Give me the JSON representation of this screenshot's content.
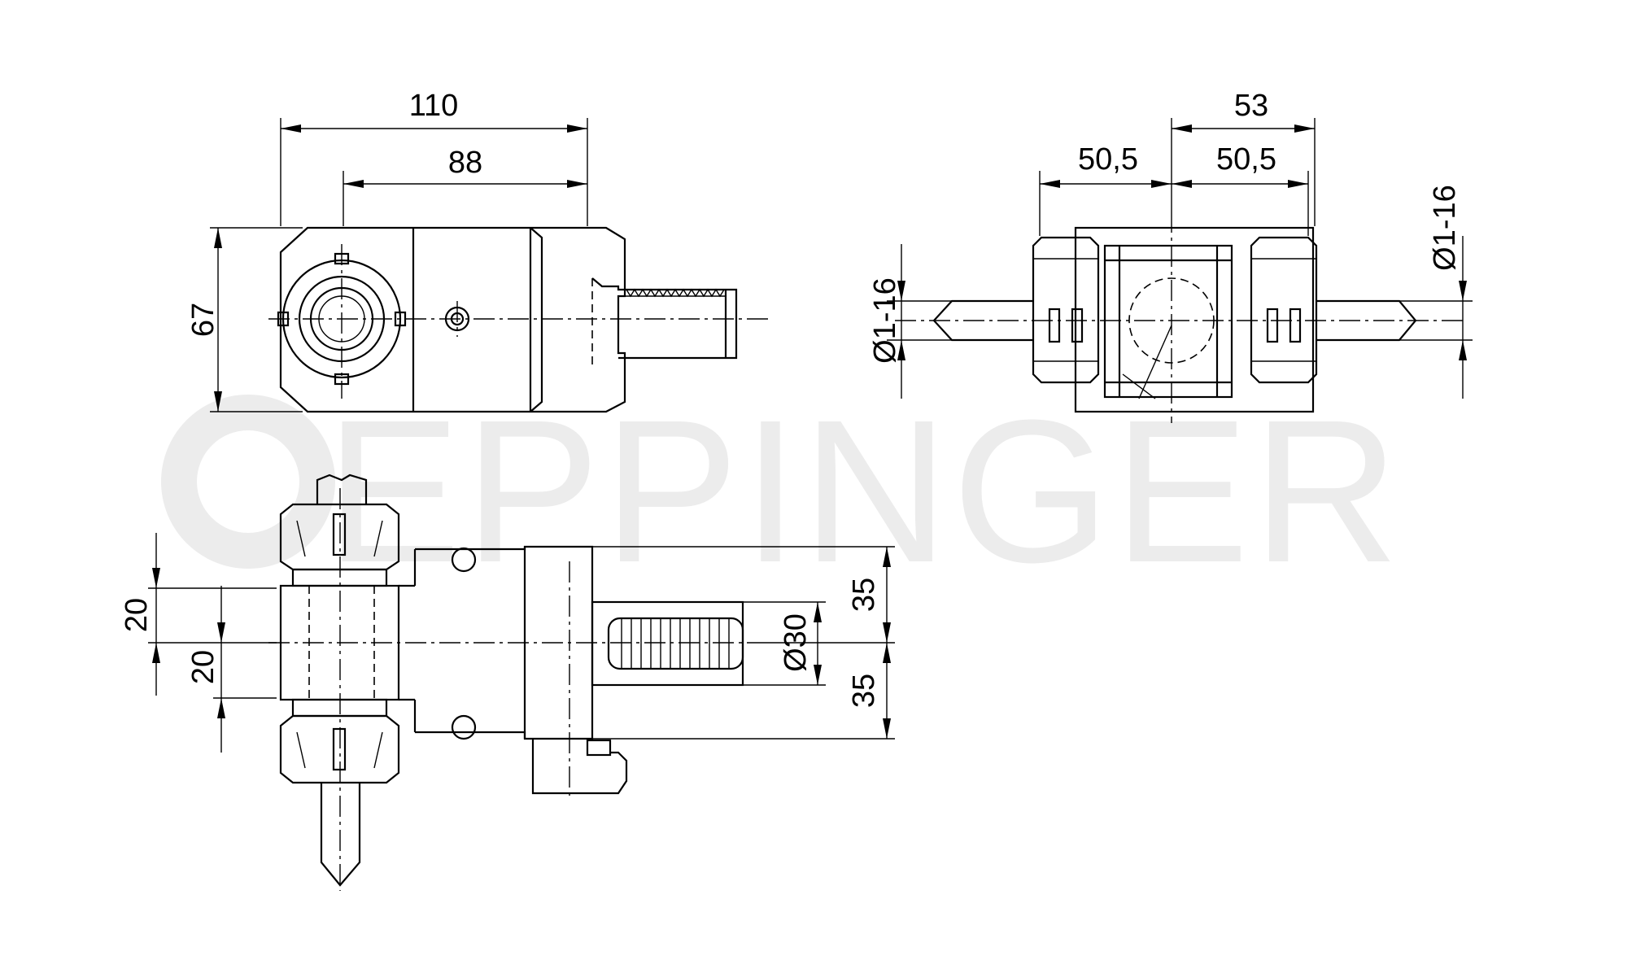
{
  "watermark": {
    "brand": "EPPINGER",
    "color": "#ececec"
  },
  "dimensions": {
    "front_width_total": "110",
    "front_width_inner": "88",
    "front_height": "67",
    "top_width_total": "53",
    "top_left_half": "50,5",
    "top_right_half": "50,5",
    "top_left_diameter": "Ø1-16",
    "top_right_diameter": "Ø1-16",
    "side_offset_upper": "20",
    "side_offset_lower": "20",
    "side_shank_diameter": "Ø30",
    "side_height_upper": "35",
    "side_height_lower": "35"
  }
}
